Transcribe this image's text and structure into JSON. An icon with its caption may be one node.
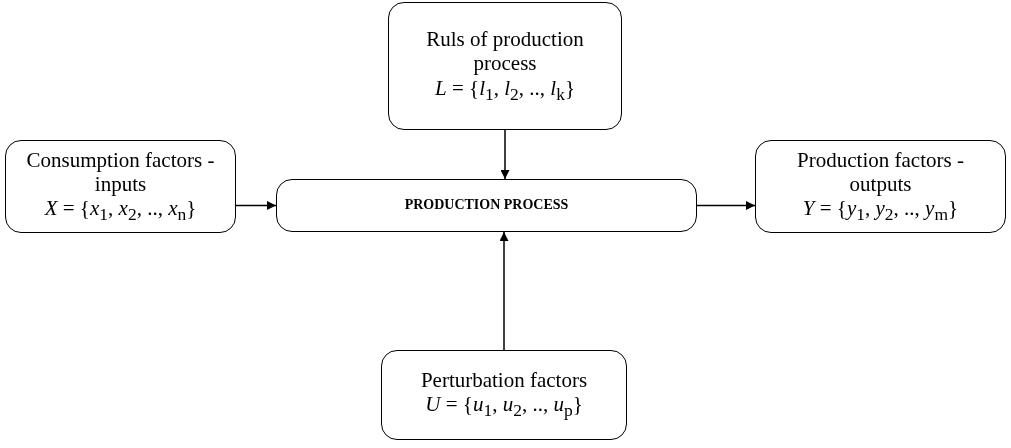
{
  "diagram": {
    "nodes": [
      {
        "text": [
          "Ruls of production process",
          "*L* = {*l*$_{1}$, *l*$_{2}$, .., *l*$_{k}$}"
        ]
      },
      {
        "text": [
          "Consumption factors - inputs",
          "*X* = {*x*$_{1}$, *x*$_{2}$, .., *x*$_{n}$}"
        ]
      },
      {
        "text": [
          "PRODUCTION PROCESS"
        ]
      },
      {
        "text": [
          "Production factors - outputs",
          "*Y* = {*y*$_{1}$, *y*$_{2}$, .., *y*$_{m}$}"
        ]
      },
      {
        "text": [
          "Perturbation factors",
          "*U* = {*u*$_{1}$, *u*$_{2}$, .., *u*$_{p}$}"
        ]
      }
    ],
    "edges": [
      {
        "from": 0,
        "to": 2,
        "arrow": "to"
      },
      {
        "from": 1,
        "to": 2,
        "arrow": "to"
      },
      {
        "from": 2,
        "to": 3,
        "arrow": "to"
      },
      {
        "from": 4,
        "to": 2,
        "arrow": "to"
      }
    ]
  }
}
